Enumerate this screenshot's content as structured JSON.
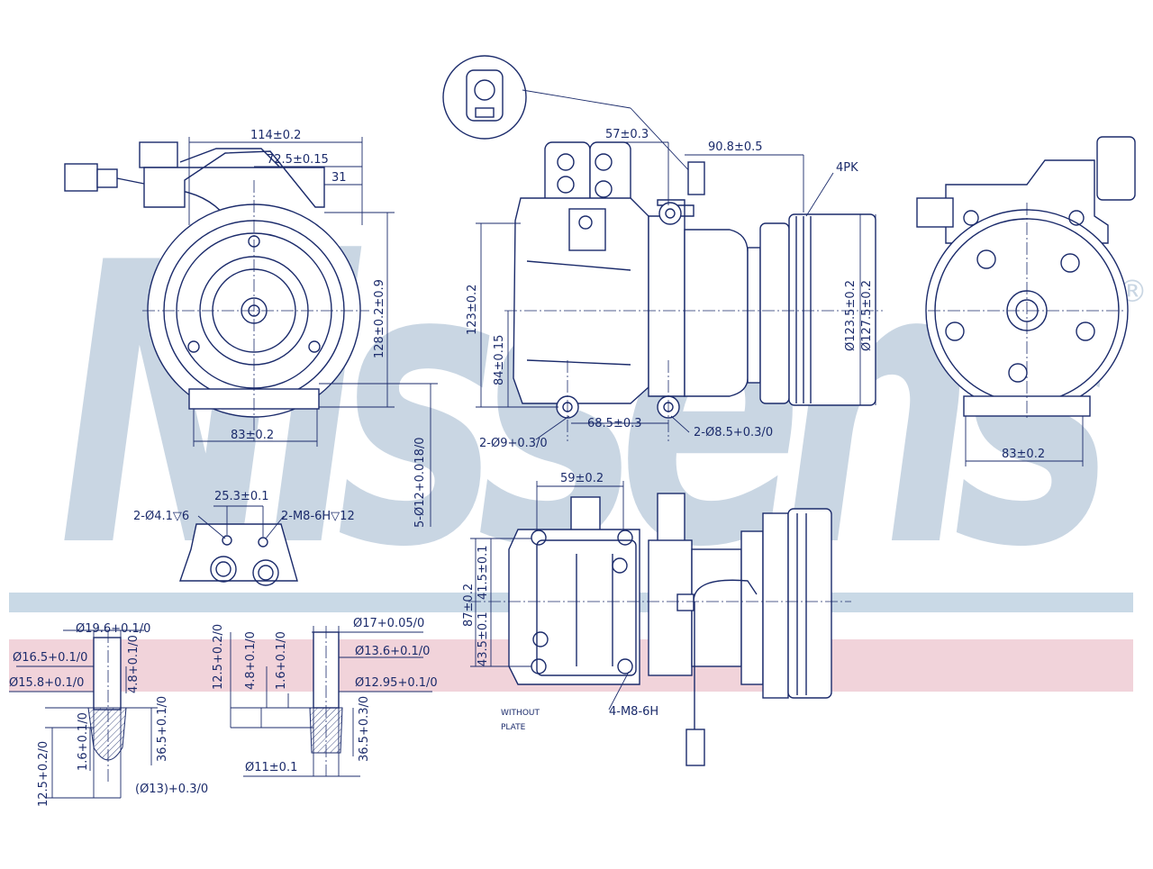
{
  "brand": {
    "watermark_text": "Nissens",
    "registered_mark": "®",
    "watermark_color": "#c9d6e3",
    "band_blue": "#c9d9e6",
    "band_pink": "#f1d3da",
    "line_color": "#1b2b6b"
  },
  "front_view": {
    "width_114": "114±0.2",
    "width_72": "72.5±0.15",
    "offset_31": "31",
    "height_128": "128±0.2±0.9",
    "base_83": "83±0.2",
    "mount_holes": "5-Ø12+0.018/0"
  },
  "side_view": {
    "dim_57": "57±0.3",
    "dim_90": "90.8±0.5",
    "belt": "4PK",
    "height_123": "123±0.2",
    "height_84": "84±0.15",
    "spacing_68": "68.5±0.3",
    "hole_9": "2-Ø9+0.3/0",
    "hole_8": "2-Ø8.5+0.3/0",
    "pulley_123": "Ø123.5±0.2",
    "pulley_127": "Ø127.5±0.2"
  },
  "rear_view": {
    "base_83": "83±0.2"
  },
  "port_flange": {
    "holes": "2-Ø4.1▽6",
    "spacing": "25.3±0.1",
    "thread": "2-M8-6H▽12"
  },
  "top_view": {
    "dim_59": "59±0.2",
    "height_87": "87±0.2",
    "height_43": "43.5±0.1",
    "height_41": "41.5±0.1",
    "thread": "4-M8-6H",
    "plate_label_1": "WITHOUT",
    "plate_label_2": "PLATE"
  },
  "fitting_left": {
    "d19": "Ø19.6+0.1/0",
    "d16": "Ø16.5+0.1/0",
    "d15": "Ø15.8+0.1/0",
    "h4": "4.8+0.1/0",
    "h1": "1.6+0.1/0",
    "h36": "36.5+0.1/0",
    "h12": "12.5+0.2/0",
    "d13": "(Ø13)+0.3/0"
  },
  "fitting_right": {
    "h12": "12.5+0.2/0",
    "h4": "4.8+0.1/0",
    "h1": "1.6+0.1/0",
    "d17": "Ø17+0.05/0",
    "d13": "Ø13.6+0.1/0",
    "d12": "Ø12.95+0.1/0",
    "h36": "36.5+0.3/0",
    "d11": "Ø11±0.1"
  }
}
